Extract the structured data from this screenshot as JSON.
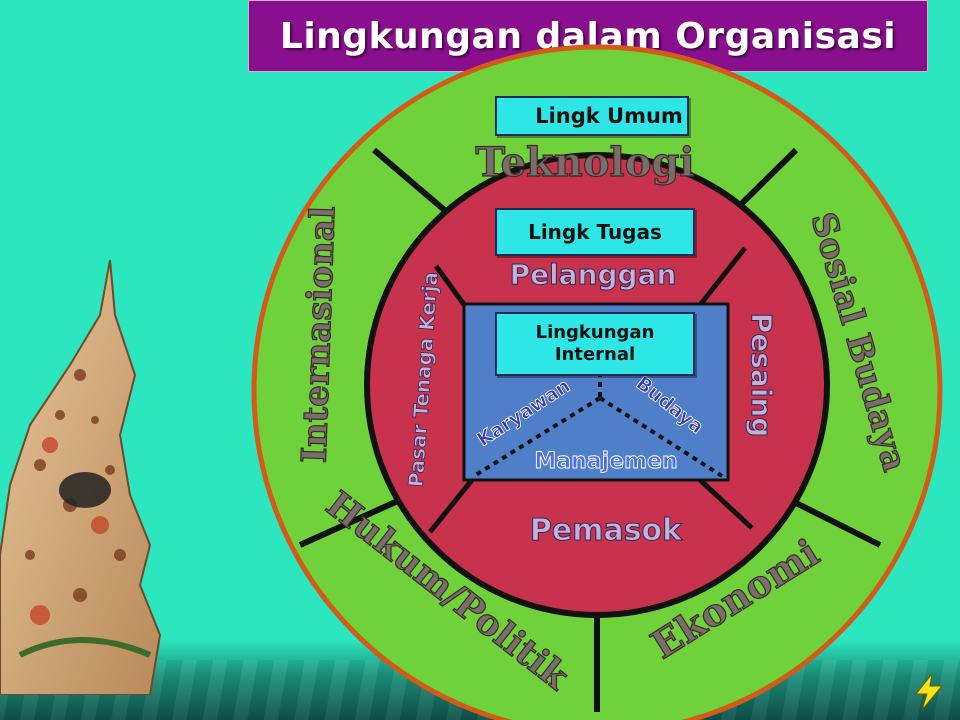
{
  "title": "Lingkungan dalam Organisasi",
  "colors": {
    "background": "#2ce6bf",
    "title_bar": "#8a0f8f",
    "outer_ring": "#6fd23b",
    "outer_border": "#d35a17",
    "middle_ring": "#c8324c",
    "inner_box": "#4f7fc8",
    "label_box": "#2ee6e6"
  },
  "outer_ring": {
    "header": "Lingk Umum",
    "segments": [
      "Teknologi",
      "Sosial Budaya",
      "Ekonomi",
      "Hukum/Politik",
      "Internasional"
    ]
  },
  "middle_ring": {
    "header": "Lingk Tugas",
    "segments": [
      "Pelanggan",
      "Pesaing",
      "Pemasok",
      "Pasar Tenaga Kerja"
    ]
  },
  "inner": {
    "header_line1": "Lingkungan",
    "header_line2": "Internal",
    "left_label": "Karyawan",
    "right_label": "Budaya",
    "bottom_label": "Manajemen"
  },
  "decorations": [
    "wayang-puppet-icon",
    "lightning-icon"
  ]
}
